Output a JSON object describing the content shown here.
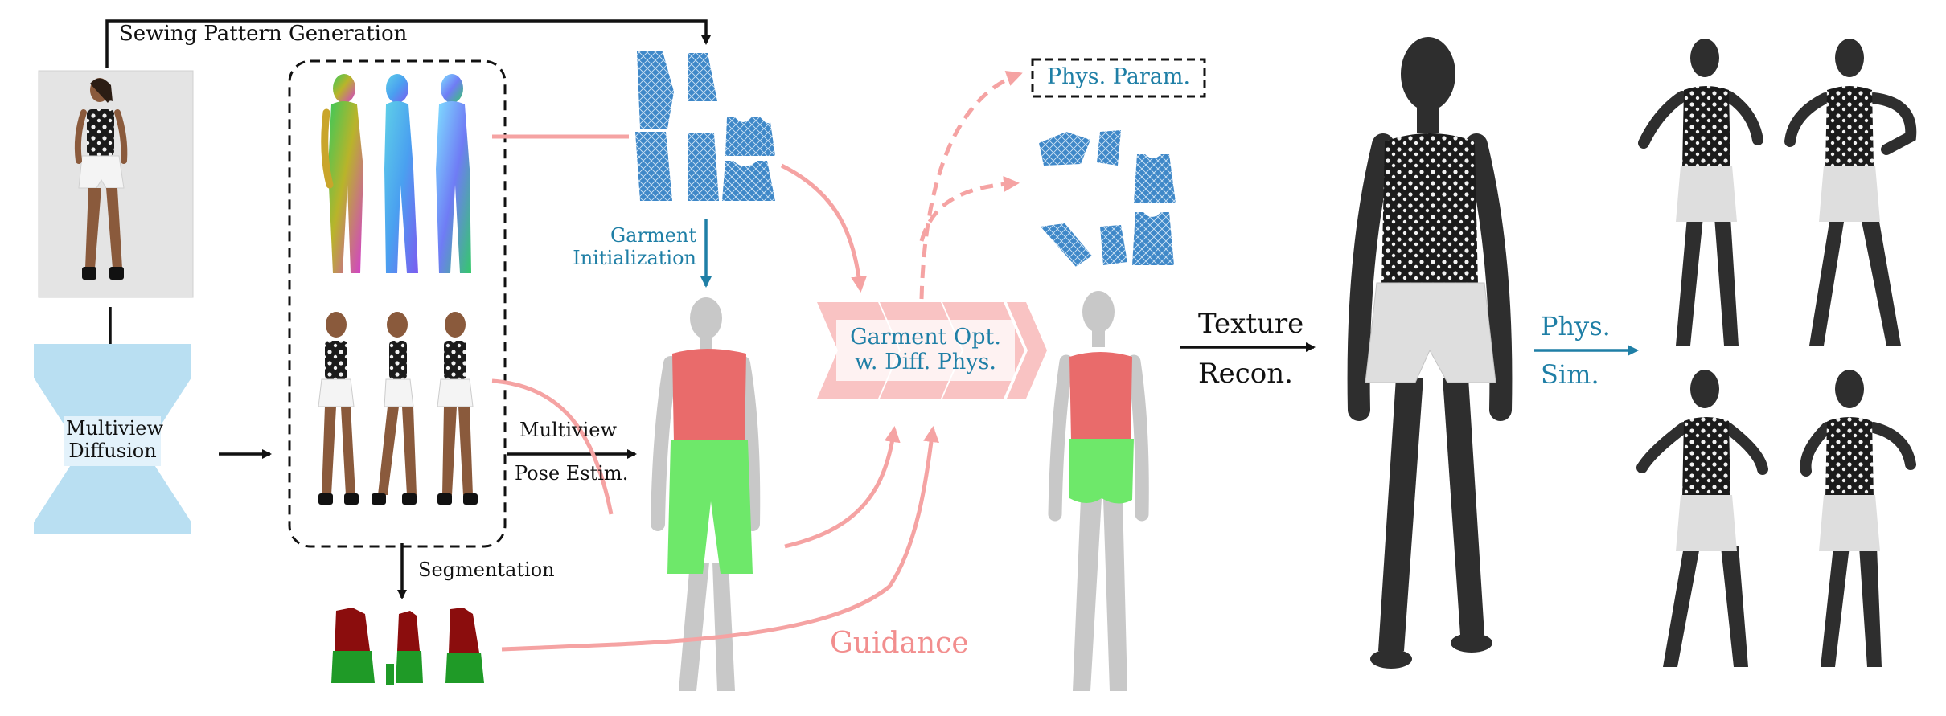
{
  "labels": {
    "sewing_pattern_generation": "Sewing Pattern Generation",
    "multiview_diffusion_line1": "Multiview",
    "multiview_diffusion_line2": "Diffusion",
    "garment_initialization_line1": "Garment",
    "garment_initialization_line2": "Initialization",
    "multiview": "Multiview",
    "pose_estim": "Pose Estim.",
    "segmentation": "Segmentation",
    "garment_opt_line1": "Garment Opt.",
    "garment_opt_line2": "w. Diff. Phys.",
    "phys_param": "Phys. Param.",
    "guidance": "Guidance",
    "texture": "Texture",
    "recon": "Recon.",
    "phys": "Phys.",
    "sim": "Sim."
  },
  "colors": {
    "black": "#111111",
    "blue": "#1f7fa6",
    "light_blue": "#b9dff2",
    "pink": "#f5a3a3",
    "pattern_blue": "#3f88c8",
    "top_red": "#e96b6b",
    "bottom_green": "#6ee86a",
    "mannequin_gray": "#c8c8c8",
    "dark_mannequin": "#2e2e2e",
    "seg_red": "#8b0d0d",
    "seg_green": "#1f9a27"
  }
}
